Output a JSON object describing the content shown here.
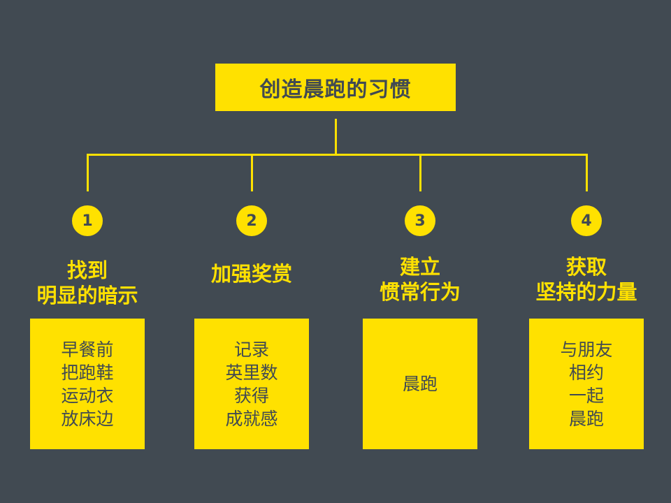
{
  "root": {
    "title": "创造晨跑的习惯"
  },
  "branches": [
    {
      "number": "1",
      "title_lines": [
        "找到",
        "明显的暗示"
      ],
      "card_lines": [
        "早餐前",
        "把跑鞋",
        "运动衣",
        "放床边"
      ]
    },
    {
      "number": "2",
      "title_lines": [
        "加强奖赏"
      ],
      "card_lines": [
        "记录",
        "英里数",
        "获得",
        "成就感"
      ]
    },
    {
      "number": "3",
      "title_lines": [
        "建立",
        "惯常行为"
      ],
      "card_lines": [
        "晨跑"
      ]
    },
    {
      "number": "4",
      "title_lines": [
        "获取",
        "坚持的力量"
      ],
      "card_lines": [
        "与朋友",
        "相约",
        "一起",
        "晨跑"
      ]
    }
  ],
  "colors": {
    "background": "#414a52",
    "accent": "#ffe100",
    "dark_text": "#414a52"
  }
}
